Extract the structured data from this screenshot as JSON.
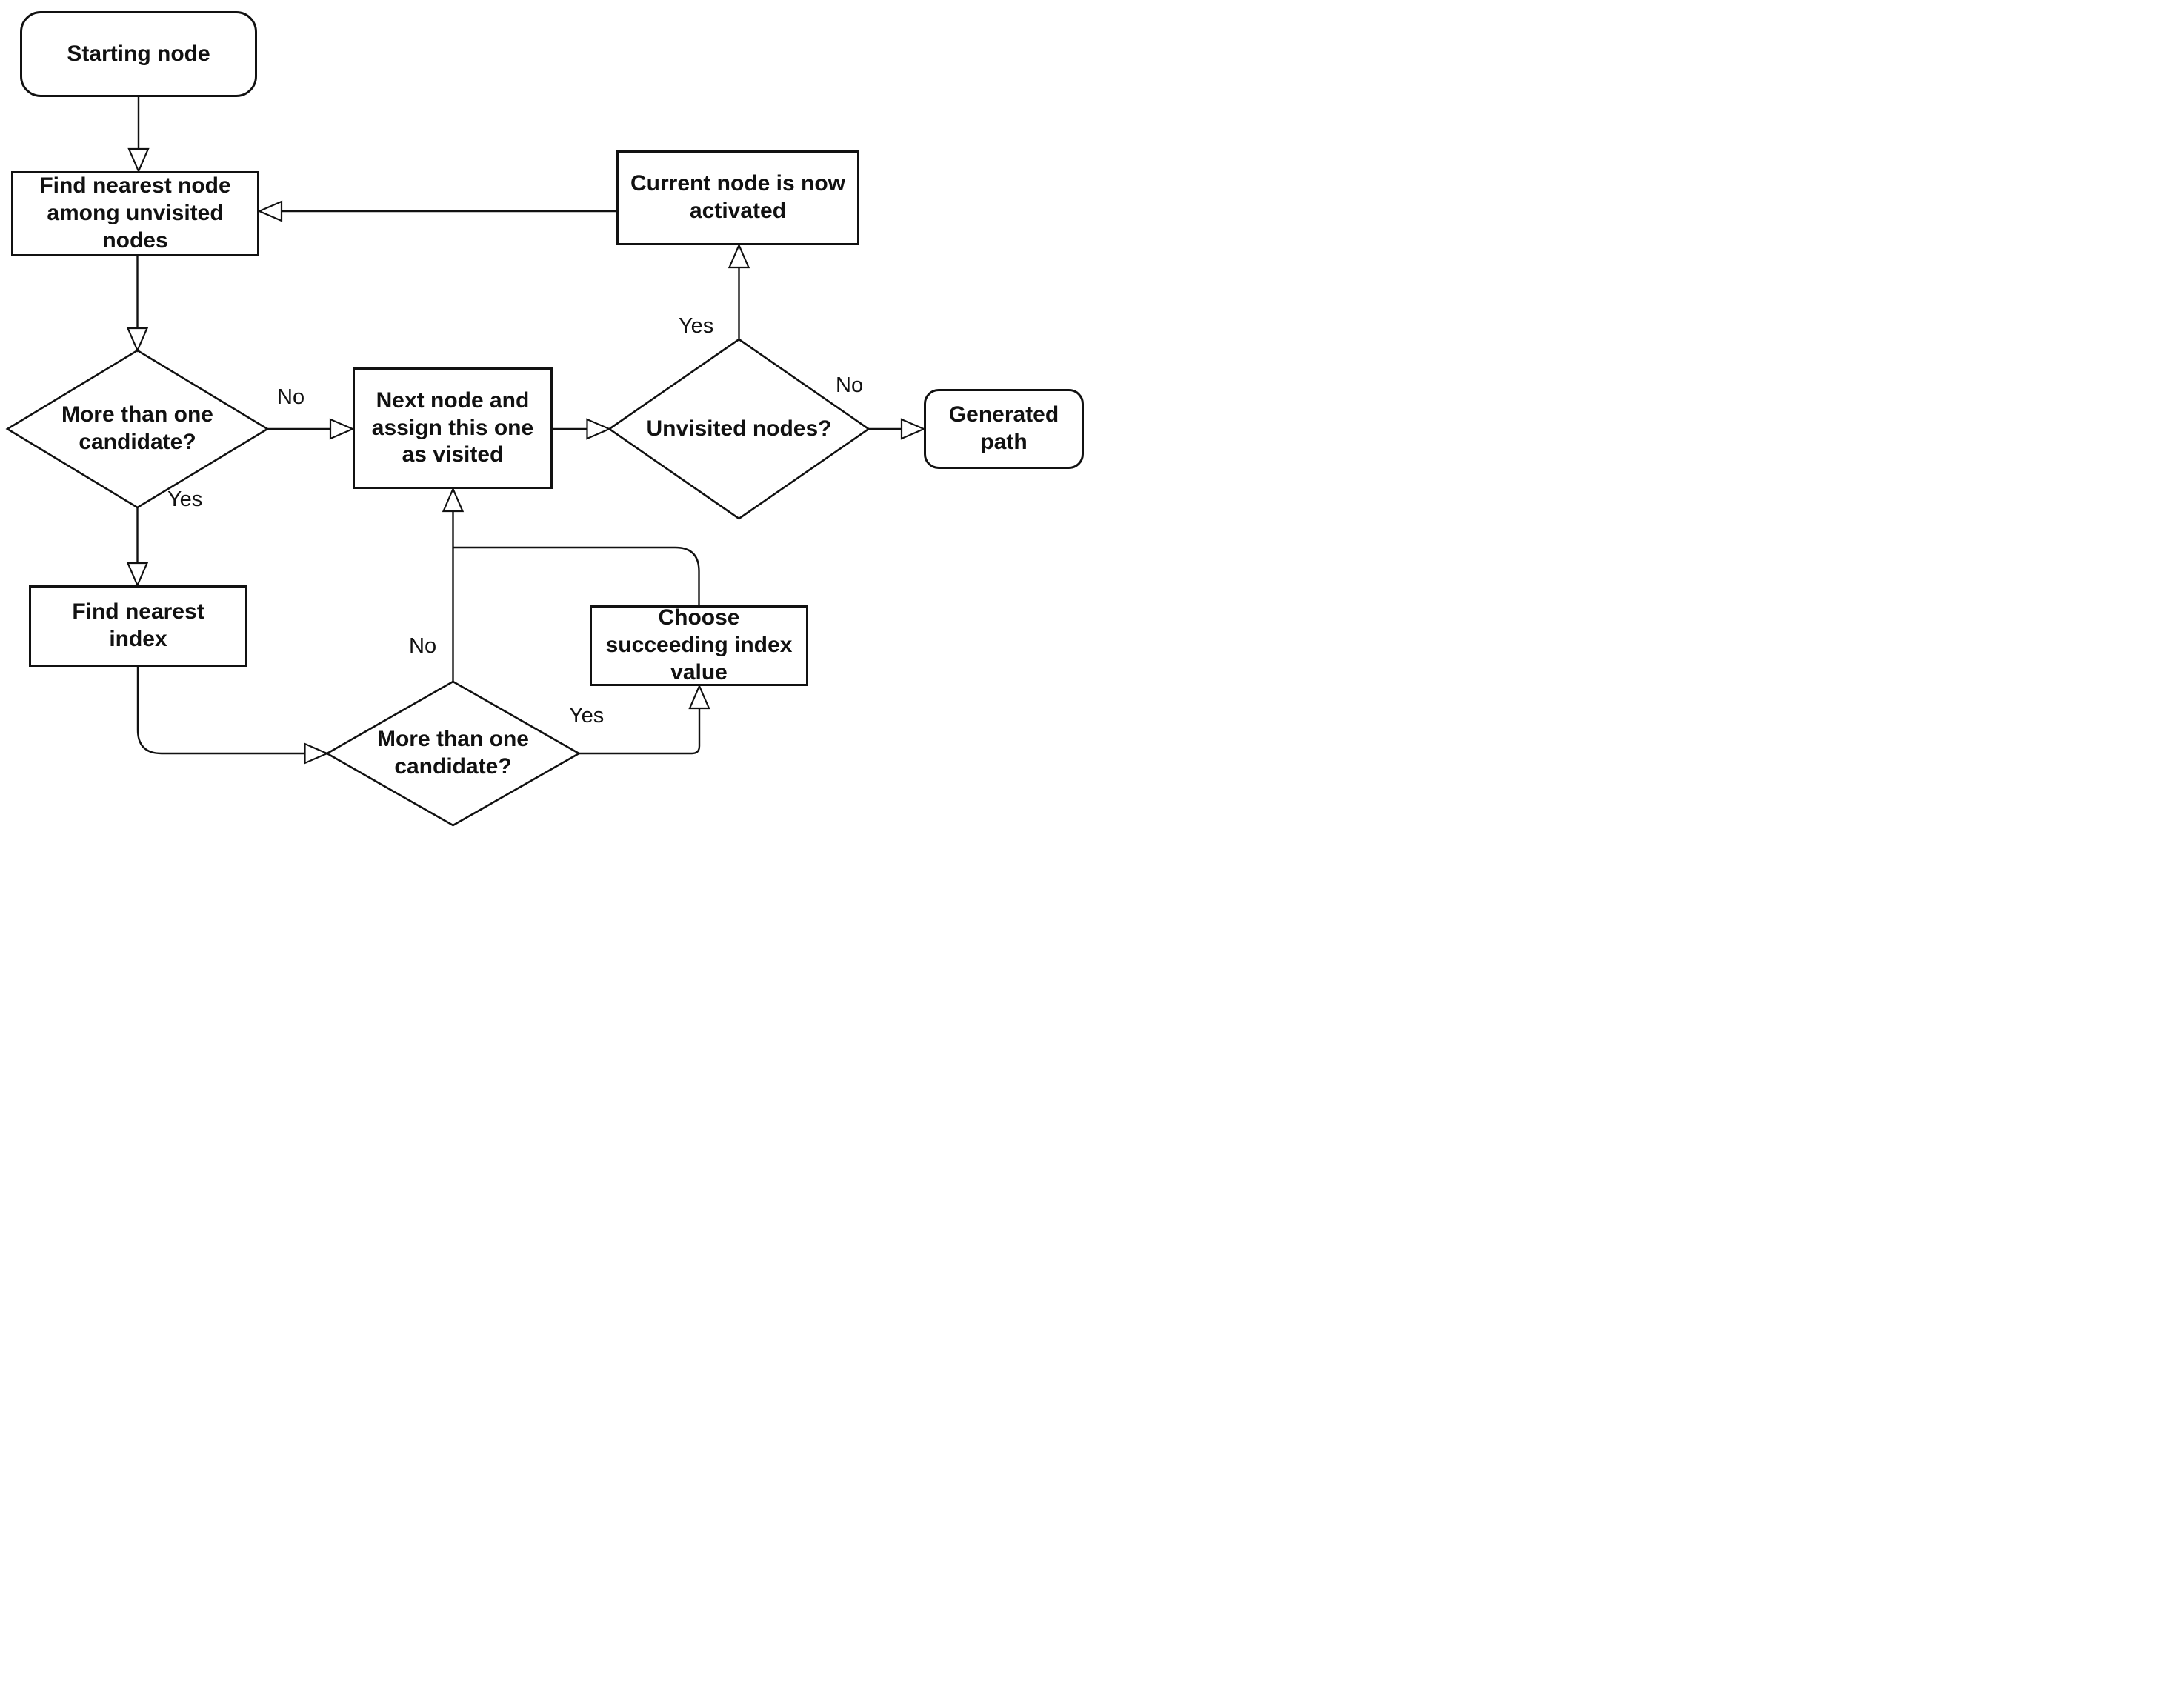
{
  "diagram": {
    "type": "flowchart",
    "colors": {
      "background": "#ffffff",
      "stroke": "#111111",
      "node_fill": "#ffffff",
      "text": "#111111"
    },
    "nodes": {
      "starting_node": {
        "label": "Starting node",
        "shape": "terminator"
      },
      "find_nearest_node": {
        "label": "Find nearest node among unvisited nodes",
        "shape": "process"
      },
      "more_than_one_candidate_1": {
        "label": "More than one candidate?",
        "shape": "decision"
      },
      "next_node": {
        "label": "Next node and assign this one as visited",
        "shape": "process"
      },
      "unvisited_nodes": {
        "label": "Unvisited nodes?",
        "shape": "decision"
      },
      "current_node_activated": {
        "label": "Current node is now activated",
        "shape": "process"
      },
      "generated_path": {
        "label": "Generated path",
        "shape": "terminator"
      },
      "find_nearest_index": {
        "label": "Find nearest index",
        "shape": "process"
      },
      "more_than_one_candidate_2": {
        "label": "More than one candidate?",
        "shape": "decision"
      },
      "choose_succeeding_index": {
        "label": "Choose succeeding index value",
        "shape": "process"
      }
    },
    "edges": [
      {
        "from": "starting_node",
        "to": "find_nearest_node",
        "label": ""
      },
      {
        "from": "find_nearest_node",
        "to": "more_than_one_candidate_1",
        "label": ""
      },
      {
        "from": "more_than_one_candidate_1",
        "to": "next_node",
        "label": "No"
      },
      {
        "from": "more_than_one_candidate_1",
        "to": "find_nearest_index",
        "label": "Yes"
      },
      {
        "from": "next_node",
        "to": "unvisited_nodes",
        "label": ""
      },
      {
        "from": "unvisited_nodes",
        "to": "current_node_activated",
        "label": "Yes"
      },
      {
        "from": "unvisited_nodes",
        "to": "generated_path",
        "label": "No"
      },
      {
        "from": "current_node_activated",
        "to": "find_nearest_node",
        "label": ""
      },
      {
        "from": "find_nearest_index",
        "to": "more_than_one_candidate_2",
        "label": ""
      },
      {
        "from": "more_than_one_candidate_2",
        "to": "next_node",
        "label": "No"
      },
      {
        "from": "more_than_one_candidate_2",
        "to": "choose_succeeding_index",
        "label": "Yes"
      },
      {
        "from": "choose_succeeding_index",
        "to": "next_node",
        "label": ""
      }
    ]
  }
}
